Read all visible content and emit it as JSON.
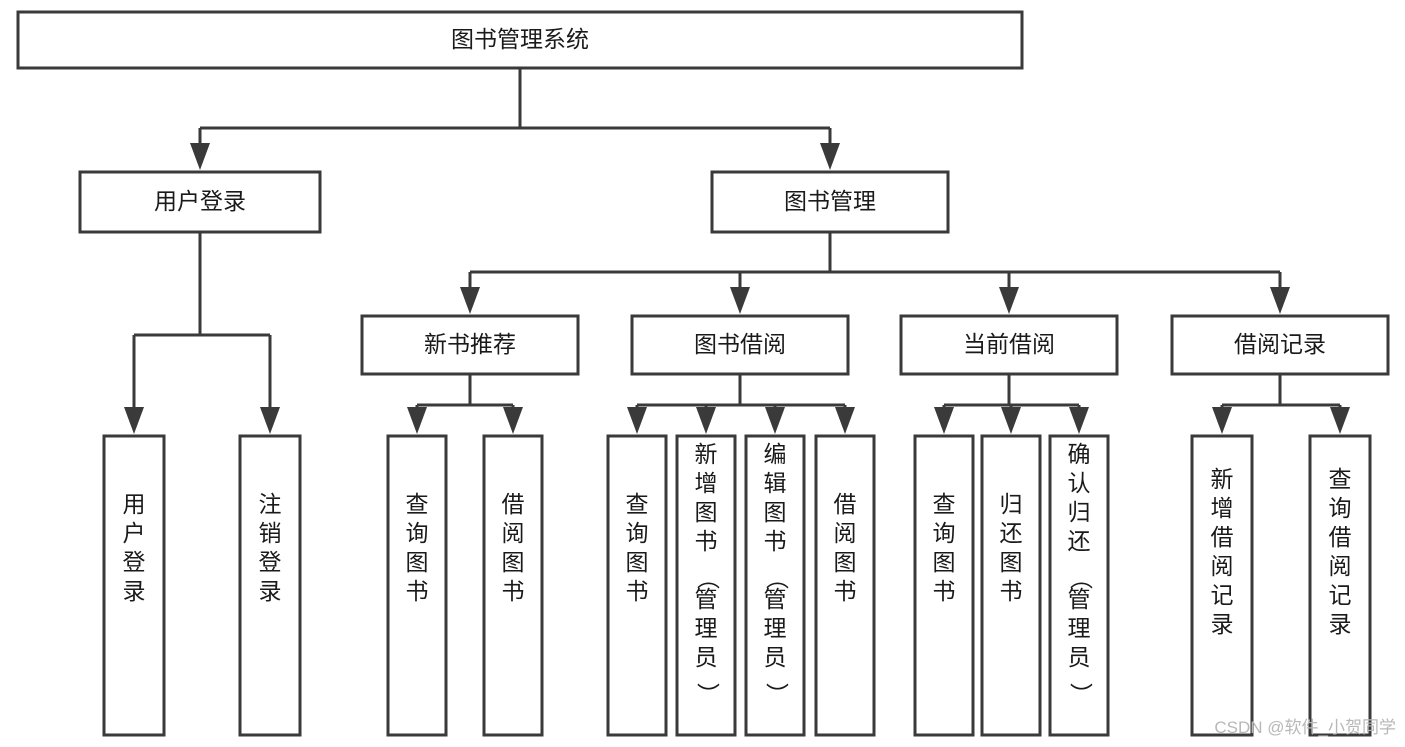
{
  "diagram": {
    "type": "hierarchy-tree",
    "title": "图书管理系统",
    "orientation": "top-down",
    "nodes": {
      "root": {
        "label": "图书管理系统",
        "level": 0,
        "text_orientation": "horizontal"
      },
      "l1": [
        {
          "id": "user-login",
          "label": "用户登录",
          "text_orientation": "horizontal"
        },
        {
          "id": "book-manage",
          "label": "图书管理",
          "text_orientation": "horizontal"
        }
      ],
      "l2": [
        {
          "id": "new-book-rec",
          "label": "新书推荐",
          "parent": "book-manage",
          "text_orientation": "horizontal"
        },
        {
          "id": "book-borrow",
          "label": "图书借阅",
          "parent": "book-manage",
          "text_orientation": "horizontal"
        },
        {
          "id": "current-borrow",
          "label": "当前借阅",
          "parent": "book-manage",
          "text_orientation": "horizontal"
        },
        {
          "id": "borrow-record",
          "label": "借阅记录",
          "parent": "book-manage",
          "text_orientation": "horizontal"
        }
      ],
      "leaves": [
        {
          "id": "leaf-user-login",
          "label": "用户登录",
          "parent": "user-login",
          "text_orientation": "vertical"
        },
        {
          "id": "leaf-logout-login",
          "label": "注销登录",
          "parent": "user-login",
          "text_orientation": "vertical"
        },
        {
          "id": "leaf-query-book-1",
          "label": "查询图书",
          "parent": "new-book-rec",
          "text_orientation": "vertical"
        },
        {
          "id": "leaf-borrow-book-1",
          "label": "借阅图书",
          "parent": "new-book-rec",
          "text_orientation": "vertical"
        },
        {
          "id": "leaf-query-book-2",
          "label": "查询图书",
          "parent": "book-borrow",
          "text_orientation": "vertical"
        },
        {
          "id": "leaf-add-book",
          "label": "新增图书（管理员）",
          "parent": "book-borrow",
          "text_orientation": "vertical"
        },
        {
          "id": "leaf-edit-book",
          "label": "编辑图书（管理员）",
          "parent": "book-borrow",
          "text_orientation": "vertical"
        },
        {
          "id": "leaf-borrow-book-2",
          "label": "借阅图书",
          "parent": "book-borrow",
          "text_orientation": "vertical"
        },
        {
          "id": "leaf-query-book-3",
          "label": "查询图书",
          "parent": "current-borrow",
          "text_orientation": "vertical"
        },
        {
          "id": "leaf-return-book",
          "label": "归还图书",
          "parent": "current-borrow",
          "text_orientation": "vertical"
        },
        {
          "id": "leaf-confirm-return",
          "label": "确认归还（管理员）",
          "parent": "current-borrow",
          "text_orientation": "vertical"
        },
        {
          "id": "leaf-add-record",
          "label": "新增借阅记录",
          "parent": "borrow-record",
          "text_orientation": "vertical"
        },
        {
          "id": "leaf-query-record",
          "label": "查询借阅记录",
          "parent": "borrow-record",
          "text_orientation": "vertical"
        }
      ]
    },
    "colors": {
      "box_stroke": "#3a3a3a",
      "box_fill": "#ffffff",
      "text": "#1a1a1a",
      "canvas": "#ffffff",
      "watermark": "#b8b8b8"
    }
  },
  "watermark": {
    "text": "CSDN @软件_小贺同学"
  }
}
